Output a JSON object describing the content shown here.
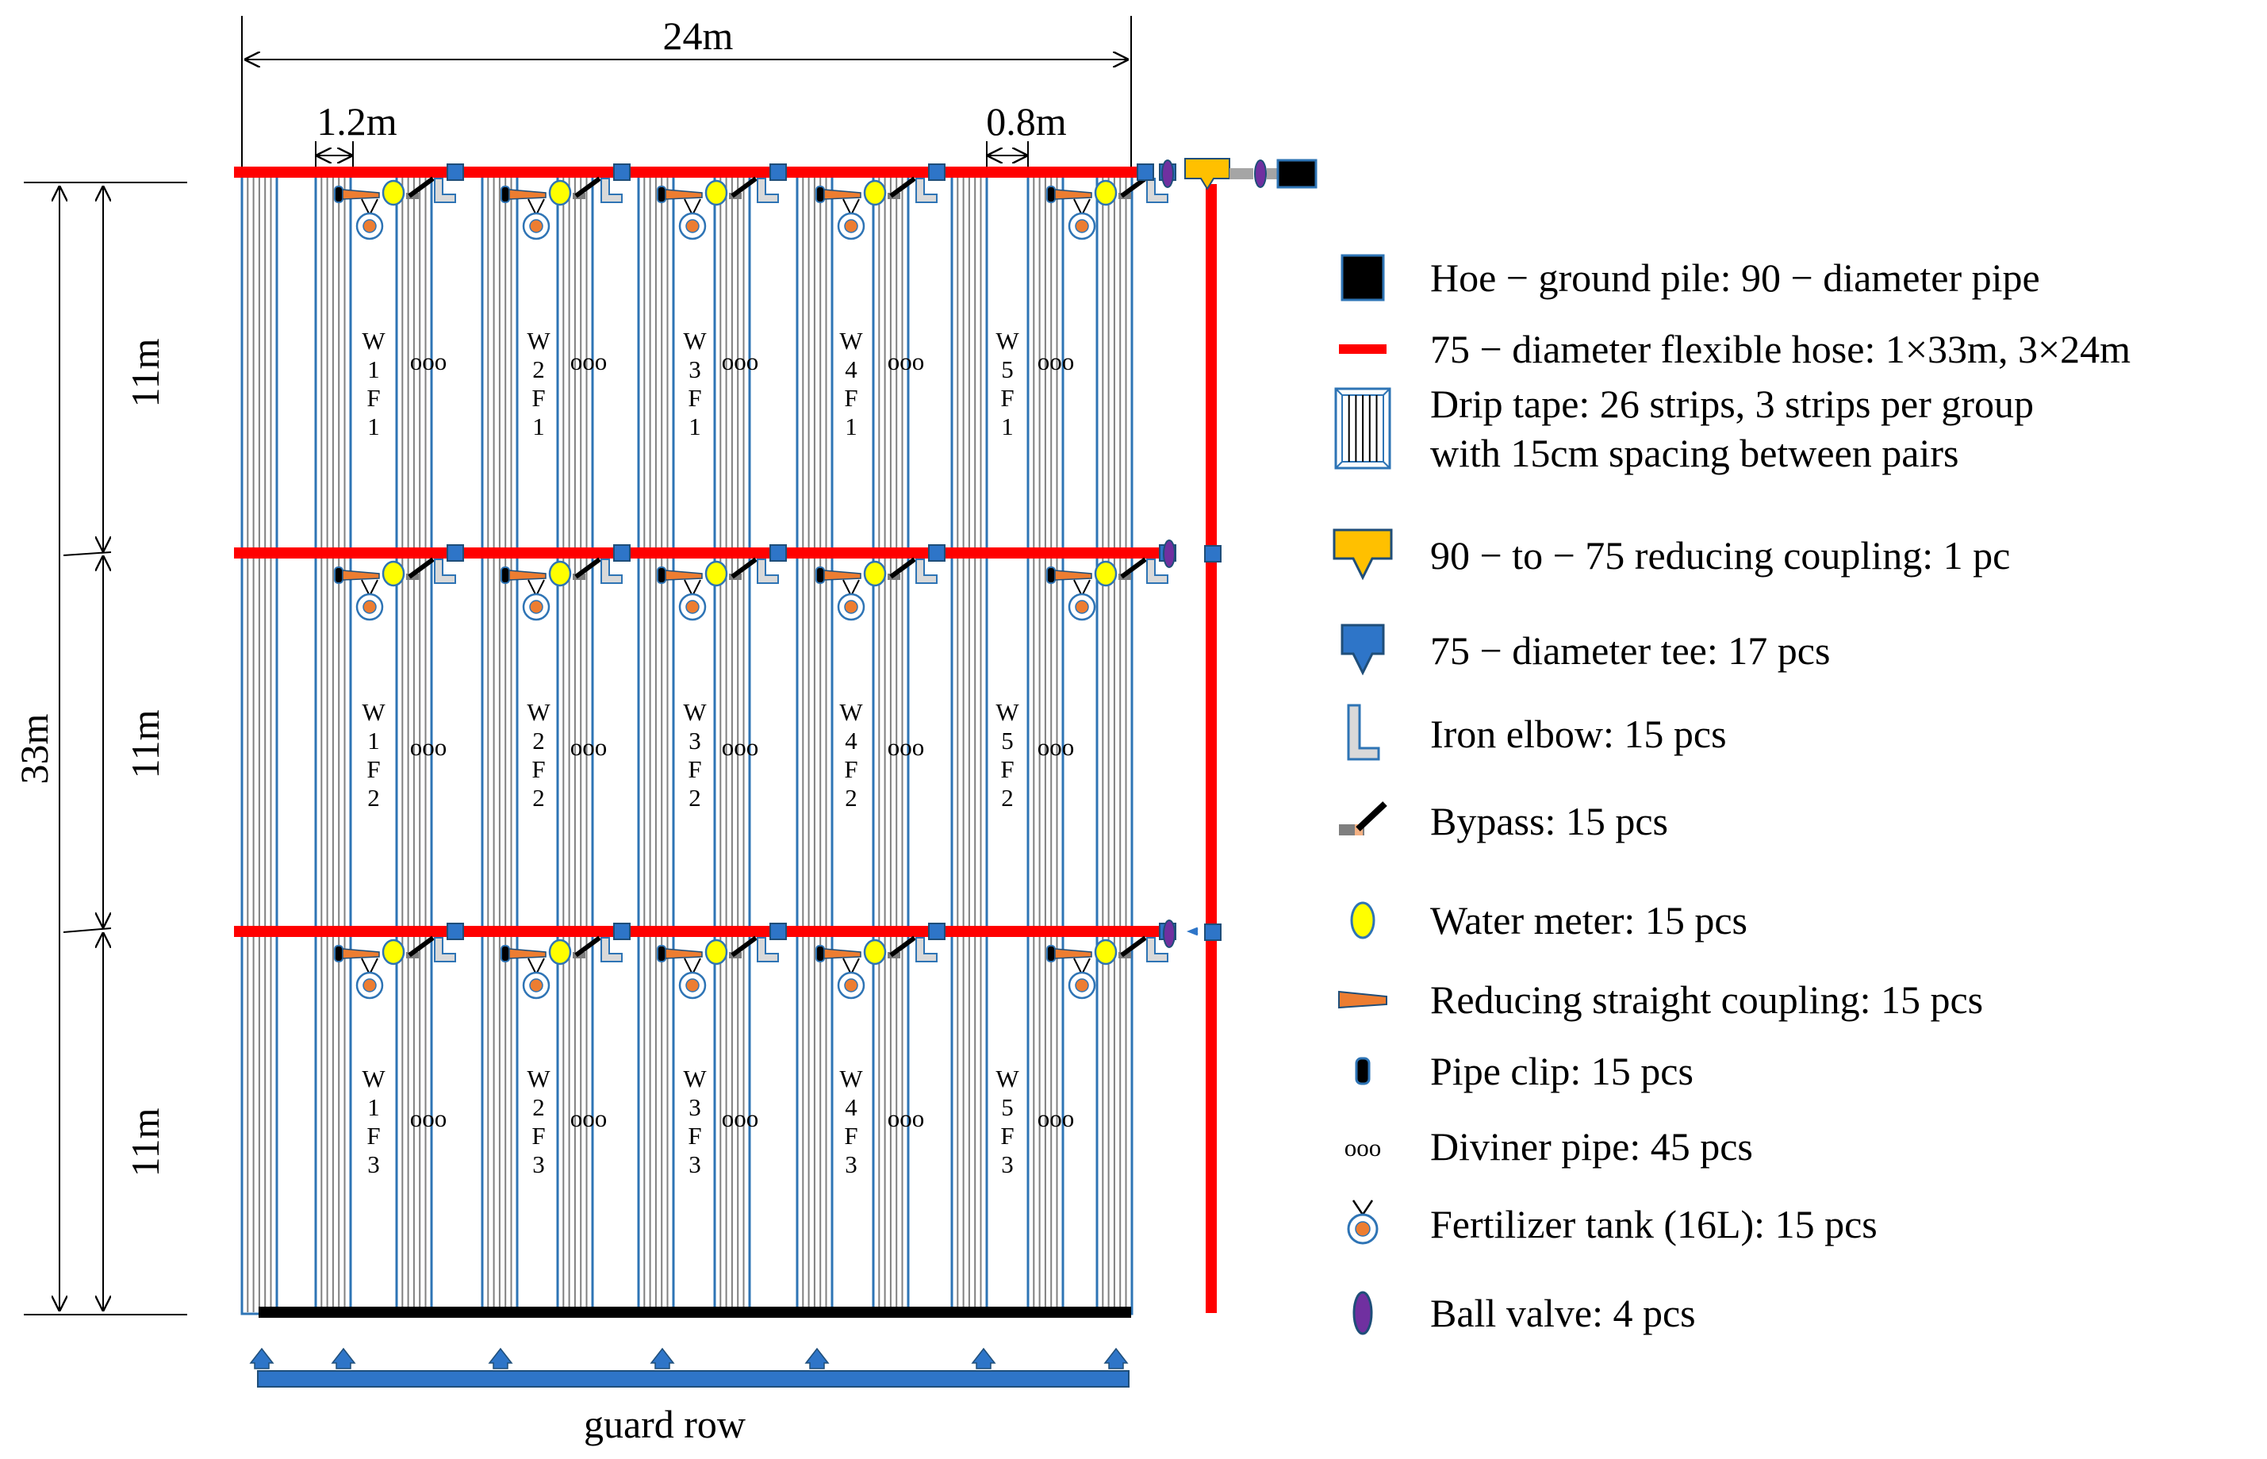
{
  "dimensions": {
    "width_total": "24m",
    "height_total": "33m",
    "segment": "11m",
    "tape_spacing": "1.2m",
    "guard_spacing": "0.8m"
  },
  "plot_labels": [
    [
      "W1F1",
      "W2F1",
      "W3F1",
      "W4F1",
      "W5F1"
    ],
    [
      "W1F2",
      "W2F2",
      "W3F2",
      "W4F2",
      "W5F2"
    ],
    [
      "W1F3",
      "W2F3",
      "W3F3",
      "W4F3",
      "W5F3"
    ]
  ],
  "diviner_symbol": "ooo",
  "guard_row_label": "guard row",
  "legend": [
    {
      "key": "hoe",
      "icon": "black-square-icon",
      "lines": [
        "Hoe − ground pile: 90 − diameter pipe"
      ]
    },
    {
      "key": "hose",
      "icon": "red-line-icon",
      "lines": [
        "75 − diameter flexible hose: 1×33m, 3×24m"
      ]
    },
    {
      "key": "drip",
      "icon": "drip-tape-icon",
      "lines": [
        "Drip tape: 26 strips, 3 strips per group",
        "with 15cm spacing between pairs"
      ]
    },
    {
      "key": "reducer",
      "icon": "reducing-coupling-icon",
      "lines": [
        "90 − to − 75 reducing coupling: 1 pc"
      ]
    },
    {
      "key": "tee",
      "icon": "tee-icon",
      "lines": [
        "75 − diameter tee: 17 pcs"
      ]
    },
    {
      "key": "elbow",
      "icon": "elbow-icon",
      "lines": [
        "Iron elbow: 15 pcs"
      ]
    },
    {
      "key": "bypass",
      "icon": "bypass-icon",
      "lines": [
        "Bypass: 15 pcs"
      ]
    },
    {
      "key": "meter",
      "icon": "water-meter-icon",
      "lines": [
        "Water meter: 15 pcs"
      ]
    },
    {
      "key": "straight",
      "icon": "straight-coupling-icon",
      "lines": [
        "Reducing straight coupling: 15 pcs"
      ]
    },
    {
      "key": "clip",
      "icon": "pipe-clip-icon",
      "lines": [
        "Pipe clip: 15 pcs"
      ]
    },
    {
      "key": "diviner",
      "icon": "diviner-pipe-icon",
      "lines": [
        "Diviner pipe: 45 pcs"
      ]
    },
    {
      "key": "tank",
      "icon": "fertilizer-tank-icon",
      "lines": [
        "Fertilizer tank (16L): 15 pcs"
      ]
    },
    {
      "key": "valve",
      "icon": "ball-valve-icon",
      "lines": [
        "Ball valve: 4 pcs"
      ]
    }
  ],
  "colors": {
    "hose": "#ff0000",
    "tape_edge": "#2e74b5",
    "tape_line": "#808080",
    "tee": "#2e75c8",
    "reducer": "#ffc000",
    "meter": "#ffff00",
    "valve": "#7030a0",
    "orange": "#ed7d31",
    "guard": "#2e75c8"
  }
}
